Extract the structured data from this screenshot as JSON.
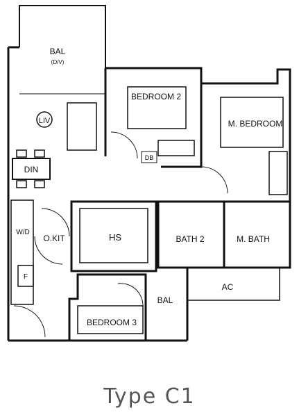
{
  "plan_title": "Type C1",
  "labels": {
    "balcony_top": "BAL",
    "balcony_top_sub": "(D/V)",
    "bedroom2": "BEDROOM 2",
    "master_bedroom": "M. BEDROOM",
    "living": "LIV",
    "db": "DB",
    "dining": "DIN",
    "washer_dryer": "W/D",
    "open_kitchen": "O.KIT",
    "household_shelter": "HS",
    "bath2": "BATH 2",
    "master_bath": "M. BATH",
    "fridge": "F",
    "ac_ledge": "AC",
    "balcony_bottom": "BAL",
    "bedroom3": "BEDROOM 3"
  },
  "colors": {
    "wall": "#111111",
    "line": "#333333",
    "caption": "#555555"
  }
}
